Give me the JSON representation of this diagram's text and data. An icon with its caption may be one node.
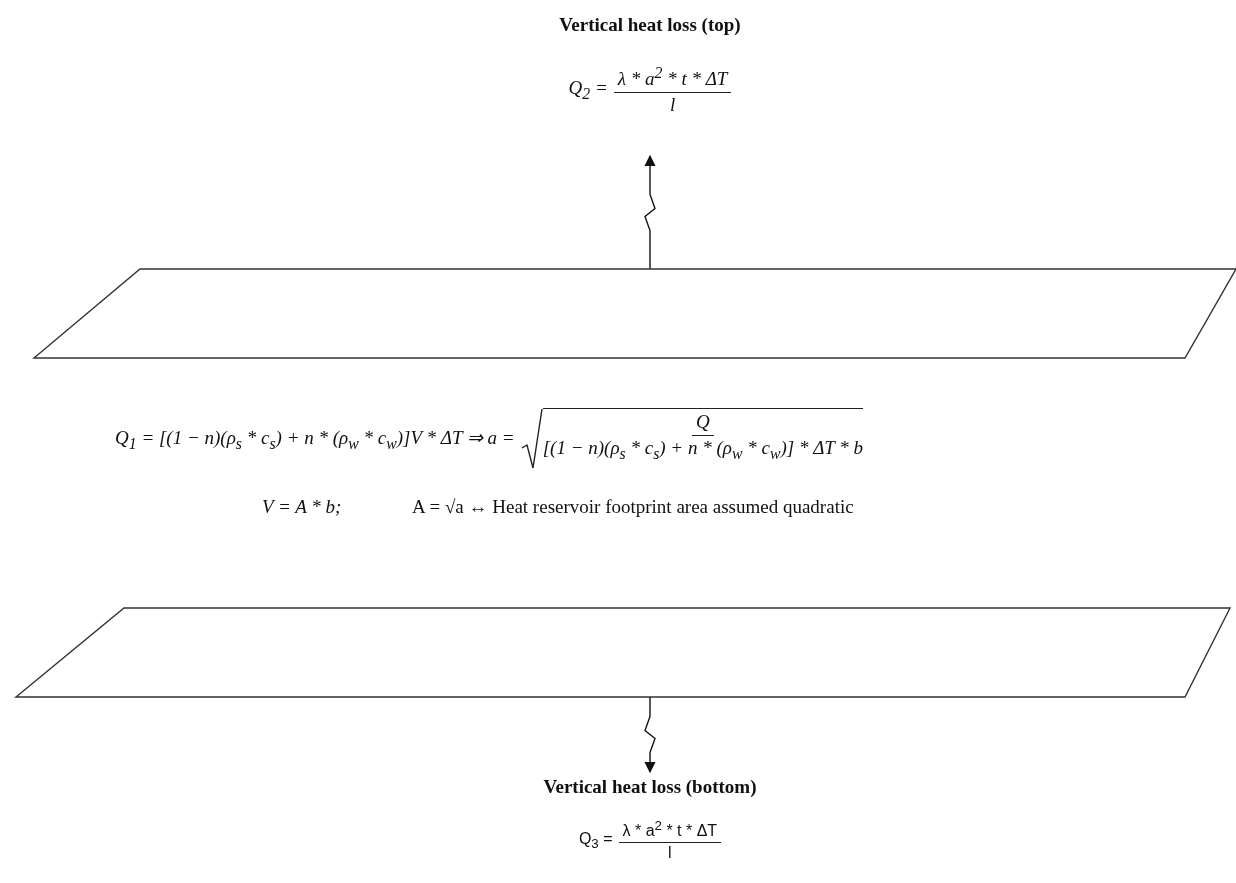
{
  "diagram": {
    "nodes": [
      {
        "text": [
          "Vertical heat loss (top)",
          "Q$_{2}$ =",
          "λ * a$^{2}$ * t * ΔT",
          "l"
        ]
      },
      {
        "text": [],
        "shape": "parallelogram"
      },
      {
        "text": [],
        "shape": "parallelogram"
      },
      {
        "text": [
          "Vertical heat loss (bottom)",
          "Q$_{3}$ =",
          "λ * a$^{2}$ * t * ΔT",
          "l"
        ]
      }
    ],
    "edges": [
      {
        "from": 1,
        "to": 0,
        "arrow": "to"
      },
      {
        "from": 2,
        "to": 3,
        "arrow": "to"
      }
    ],
    "labels": [
      "Q$_{1}$ = [(1 − n)(ρ$_{s}$ * c$_{s}$) + n * (ρ$_{w}$ * c$_{w}$)]V * ΔT ⇒ a =",
      "Q",
      "[(1 − n)(ρ$_{s}$ * c$_{s}$) + n * (ρ$_{w}$ * c$_{w}$)] * ΔT * b",
      "V = A * b;",
      "A = √a ↔ Heat reservoir footprint area assumed quadratic"
    ]
  }
}
